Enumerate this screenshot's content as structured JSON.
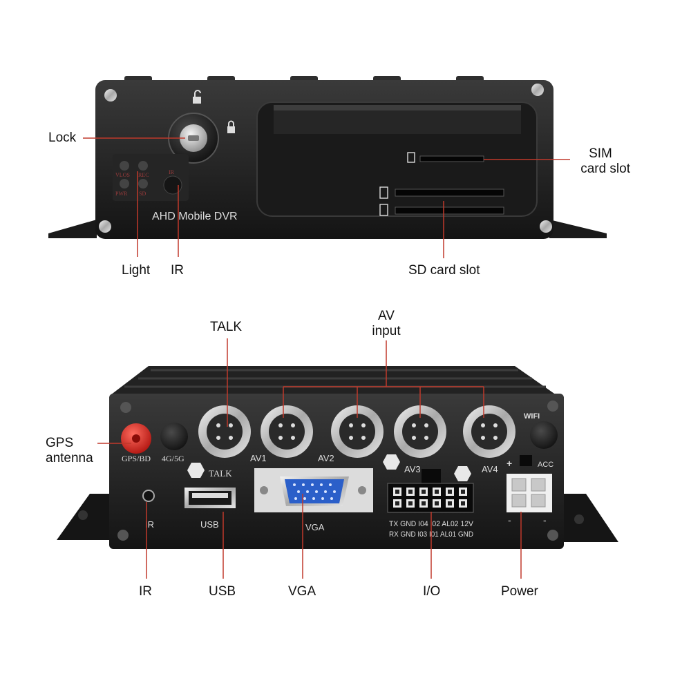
{
  "colors": {
    "leader_line": "#c0392b",
    "body_dark": "#1e1e1e",
    "panel": "#2a2a2a",
    "connector_silver": "#c9c9c9",
    "gps_red": "#d9251b",
    "vga_blue": "#2b5fc9"
  },
  "front": {
    "device_label": "AHD Mobile DVR",
    "leds": [
      "VLOS",
      "REC",
      "PWR",
      "SD"
    ],
    "ir_label": "IR"
  },
  "back": {
    "gps_label": "GPS/BD",
    "cellular_label": "4G/5G",
    "talk_label": "TALK",
    "av_labels": [
      "AV1",
      "AV2",
      "AV3",
      "AV4"
    ],
    "wifi_label": "WIFI",
    "acc_label": "ACC",
    "plus": "+",
    "minus": "-",
    "ir_label": "IR",
    "usb_label": "USB",
    "vga_label": "VGA",
    "io_row1": "TX GND I04 I02 AL02 12V",
    "io_row2": "RX GND I03 I01 AL01 GND"
  },
  "callouts": {
    "lock": "Lock",
    "sim_line1": "SIM",
    "sim_line2": "card slot",
    "light": "Light",
    "ir_front": "IR",
    "sd_slot": "SD card slot",
    "talk": "TALK",
    "av_line1": "AV",
    "av_line2": "input",
    "gps_line1": "GPS",
    "gps_line2": "antenna",
    "ir_back": "IR",
    "usb": "USB",
    "vga": "VGA",
    "io": "I/O",
    "power": "Power"
  }
}
